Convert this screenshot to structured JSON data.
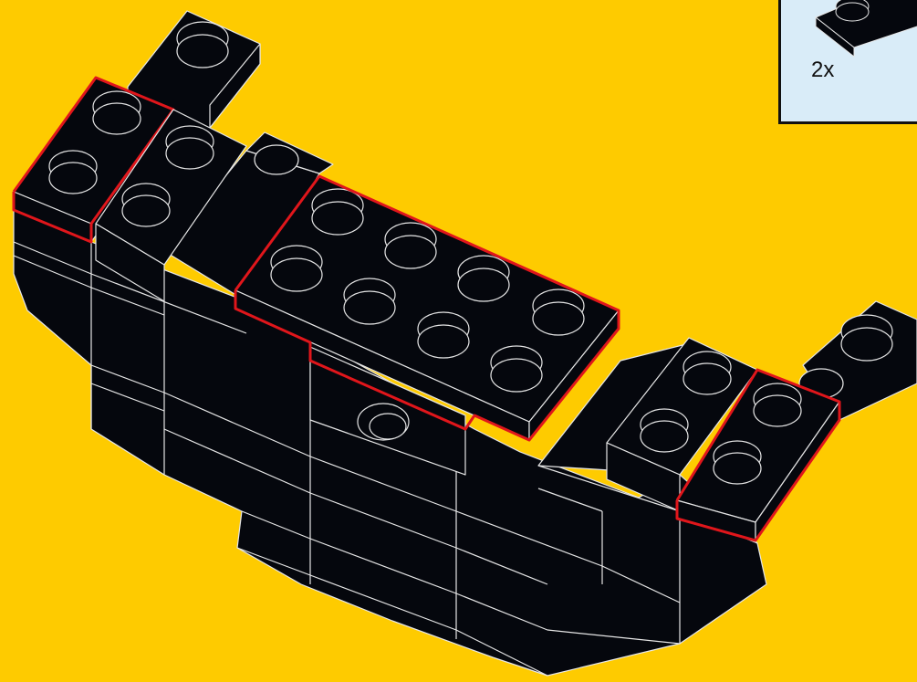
{
  "colors": {
    "background": "#fecb00",
    "brick": "#05070d",
    "edge": "#e6e6e6",
    "highlight": "#e0161b",
    "callout_background": "#d9ecf8"
  },
  "callout": {
    "quantity": "2x",
    "part_icon": "black-plate-icon"
  },
  "model": {
    "icon": "black-lego-assembly",
    "highlighted_parts": 3
  }
}
